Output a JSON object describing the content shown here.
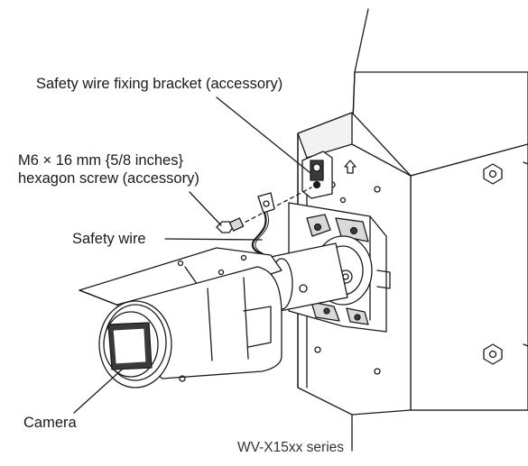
{
  "labels": {
    "bracket": "Safety wire fixing bracket (accessory)",
    "screw_line1": "M6 × 16 mm {5/8 inches}",
    "screw_line2": "hexagon screw (accessory)",
    "safety_wire": "Safety wire",
    "camera": "Camera"
  },
  "caption": "WV-X15xx series",
  "colors": {
    "line": "#1a1a1a",
    "wall_fill": "#ffffff",
    "shade": "#d9d9d9",
    "dark": "#3a3a3a"
  }
}
